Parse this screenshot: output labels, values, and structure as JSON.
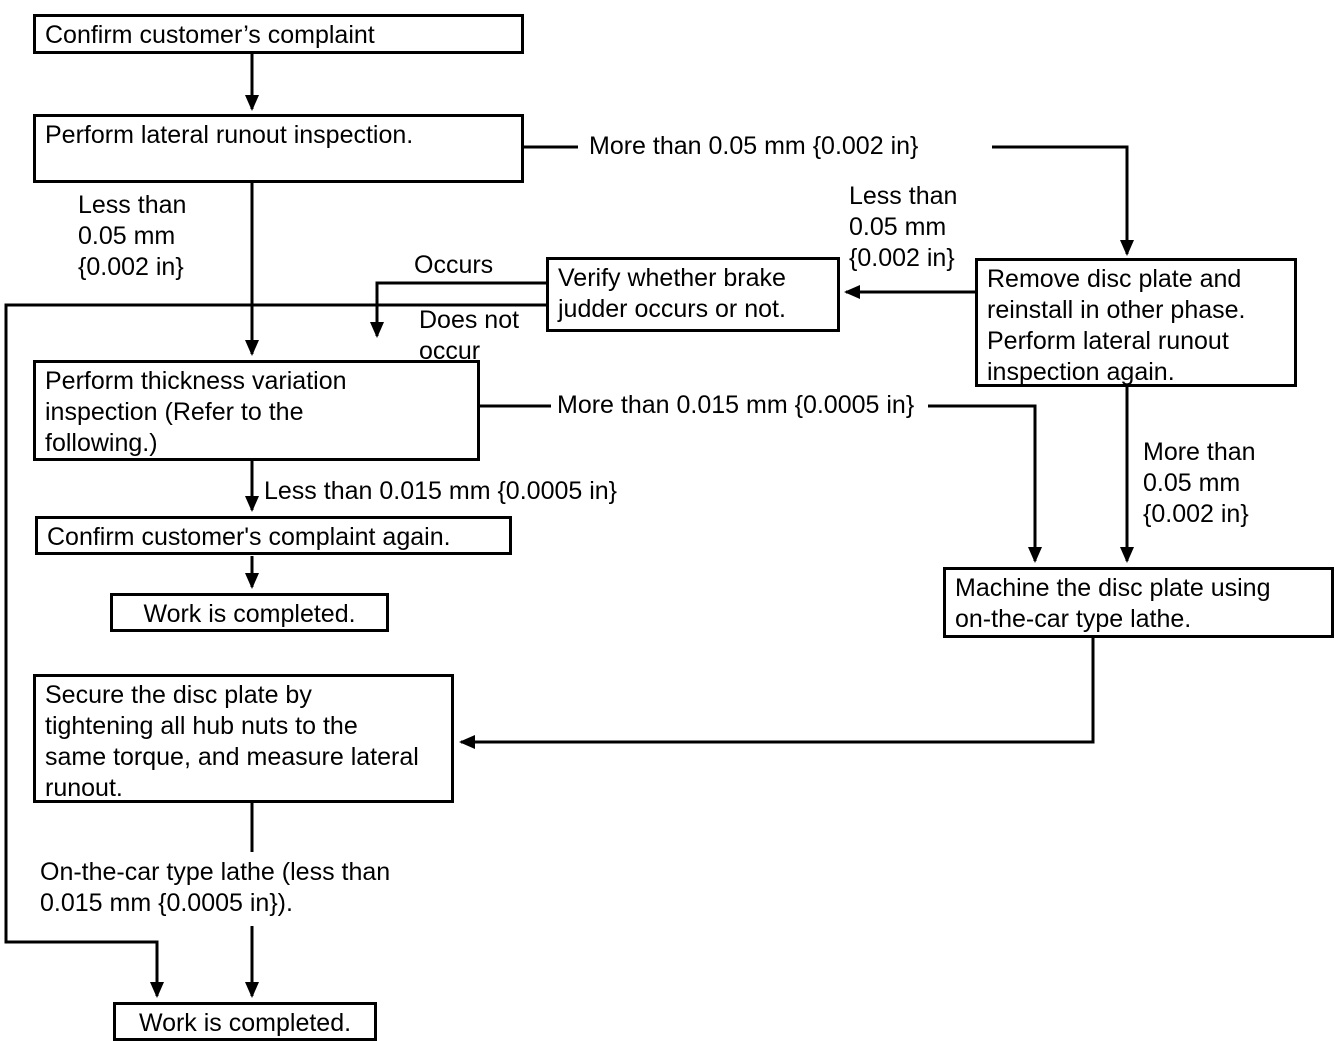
{
  "diagram": {
    "type": "flowchart",
    "colors": {
      "foreground": "#000000",
      "background": "#ffffff"
    },
    "nodes": {
      "confirm_complaint": {
        "label": "Confirm customer’s complaint"
      },
      "lateral_runout": {
        "label": "Perform lateral runout inspection."
      },
      "verify_judder": {
        "label": "Verify whether brake\njudder occurs or not."
      },
      "remove_disc": {
        "label": "Remove disc plate and\nreinstall in other phase.\nPerform lateral runout\ninspection again."
      },
      "thickness_variation": {
        "label": "Perform thickness variation\ninspection (Refer to the\nfollowing.)"
      },
      "confirm_again": {
        "label": "Confirm customer's complaint again."
      },
      "work_completed_1": {
        "label": "Work is completed."
      },
      "machine_disc": {
        "label": "Machine the disc plate using\non-the-car type lathe."
      },
      "secure_disc": {
        "label": "Secure the disc plate by\ntightening all hub nuts to the\nsame torque, and measure lateral\nrunout."
      },
      "work_completed_2": {
        "label": "Work is completed."
      }
    },
    "edge_labels": {
      "less_than_005_main": "Less than\n0.05 mm\n{0.002 in}",
      "more_than_005_top": "More than 0.05 mm {0.002 in}",
      "less_than_005_right": "Less than\n0.05 mm\n{0.002 in}",
      "occurs": "Occurs",
      "does_not_occur": "Does not\noccur",
      "more_than_0015": "More than 0.015 mm {0.0005 in}",
      "less_than_0015": "Less than 0.015 mm {0.0005 in}",
      "more_than_005_down": "More than\n0.05 mm\n{0.002 in}",
      "on_the_car_lathe": "On-the-car type lathe (less than\n0.015 mm {0.0005 in})."
    }
  }
}
